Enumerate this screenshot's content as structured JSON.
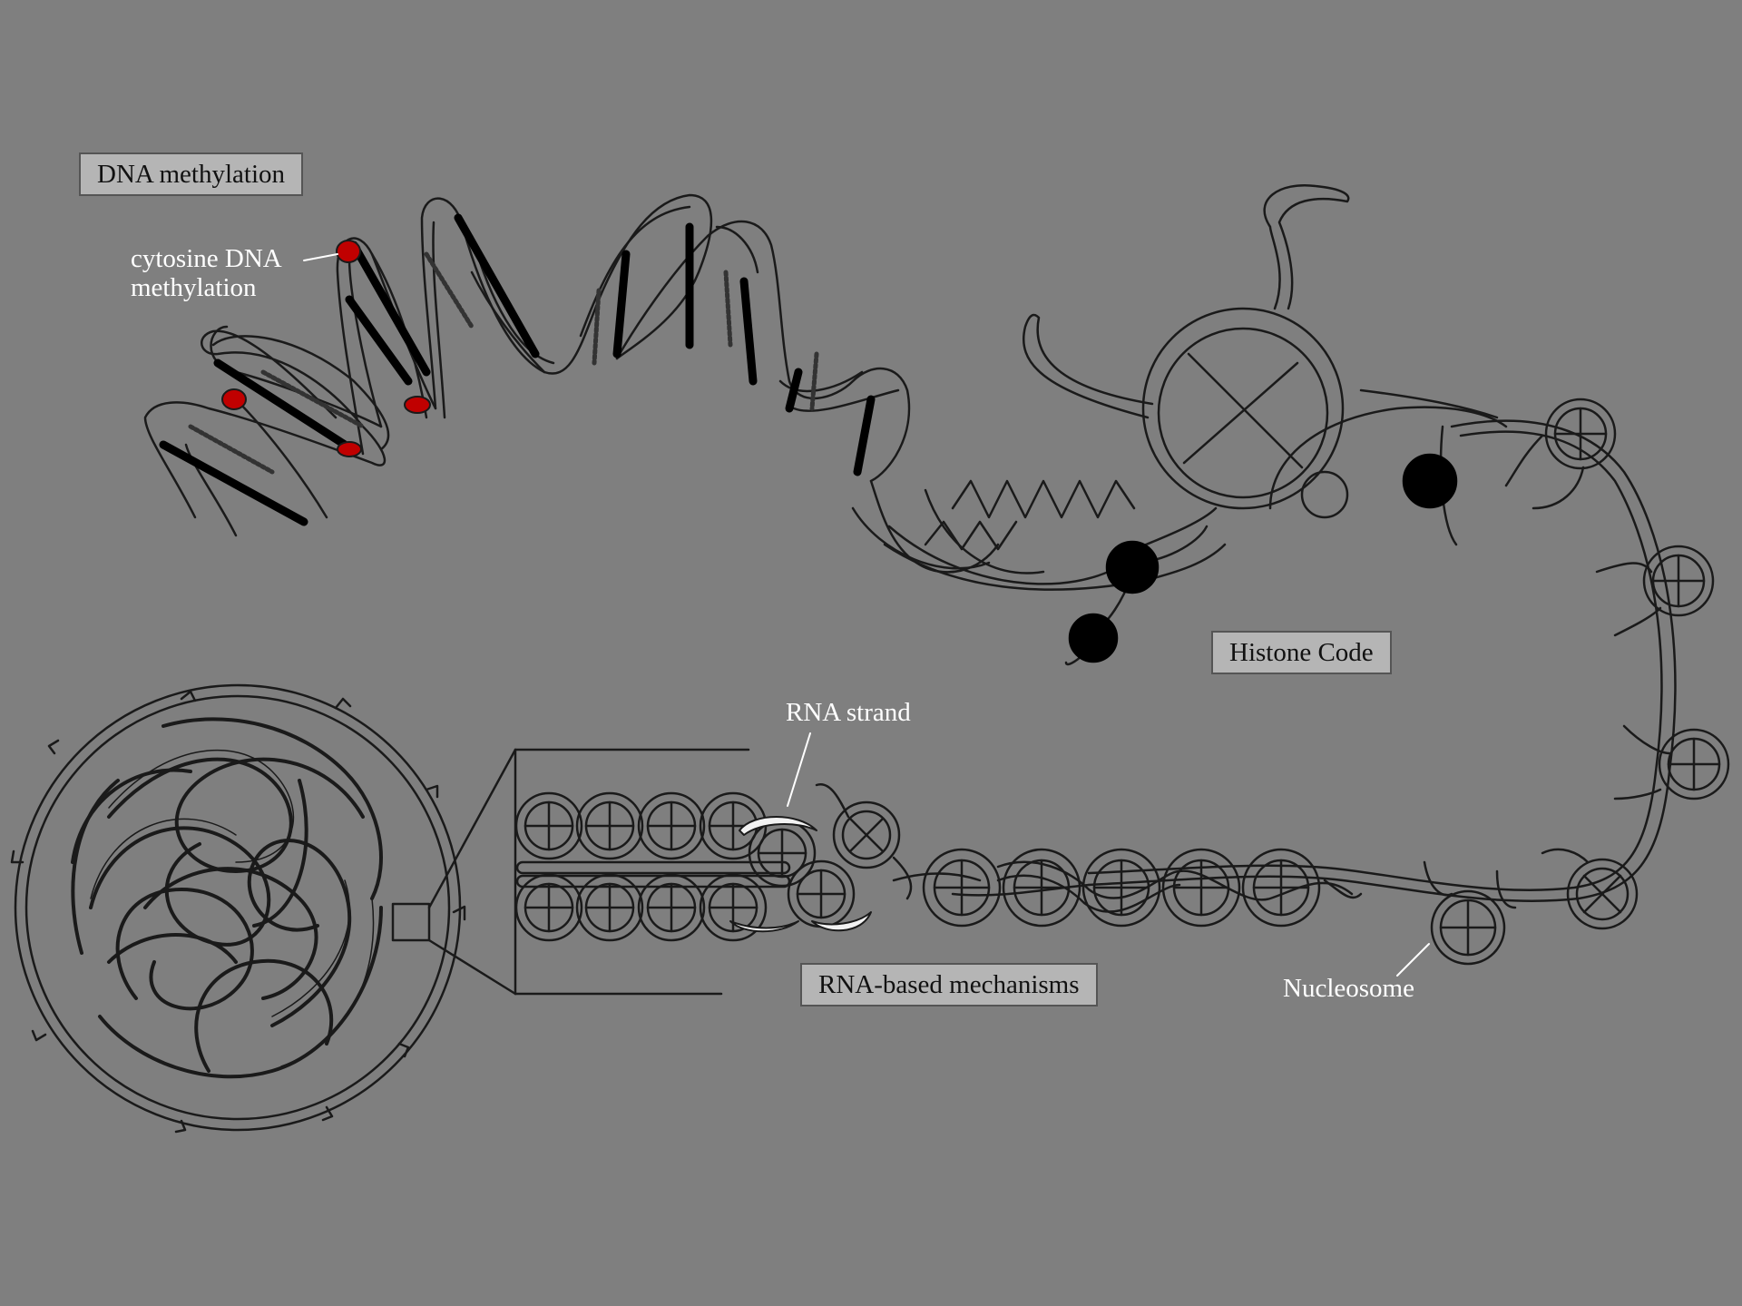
{
  "labels": {
    "dna_methylation": "DNA methylation",
    "cytosine_line1": "cytosine DNA",
    "cytosine_line2": "methylation",
    "histone_code": "Histone Code",
    "rna_strand": "RNA strand",
    "rna_mechanisms": "RNA-based mechanisms",
    "nucleosome": "Nucleosome"
  },
  "colors": {
    "background": "#7f7f7f",
    "label_box": "#b5b5b5",
    "methyl_mark": "#c00000",
    "histone_mark": "#000000",
    "rna_strand": "#f2f2f2"
  }
}
